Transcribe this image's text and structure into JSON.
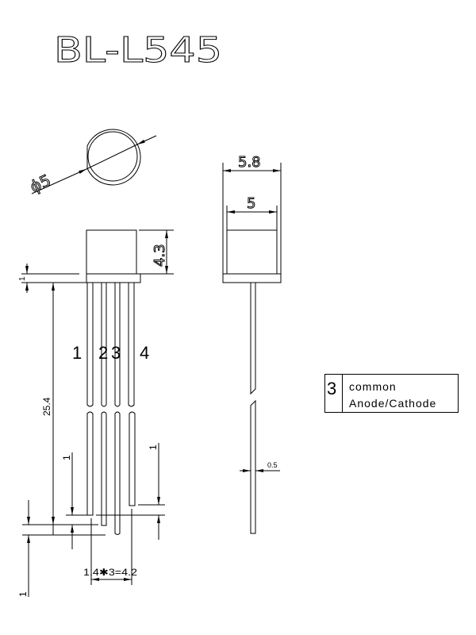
{
  "title": "BL-L545",
  "dimensions": {
    "diameter": "ϕ5",
    "width_outer": "5.8",
    "width_inner": "5",
    "body_height": "4.3",
    "flange_height": "1",
    "lead_length": "25.4",
    "lead_step_left": "1",
    "lead_step_right": "1",
    "lead_step_bottom": "1",
    "pitch": "1.4✱3=4.2",
    "lead_width": "0.5"
  },
  "pins": [
    "1",
    "2",
    "3",
    "4"
  ],
  "legend": {
    "pin": "3",
    "line1": "common",
    "line2": "Anode/Cathode"
  }
}
